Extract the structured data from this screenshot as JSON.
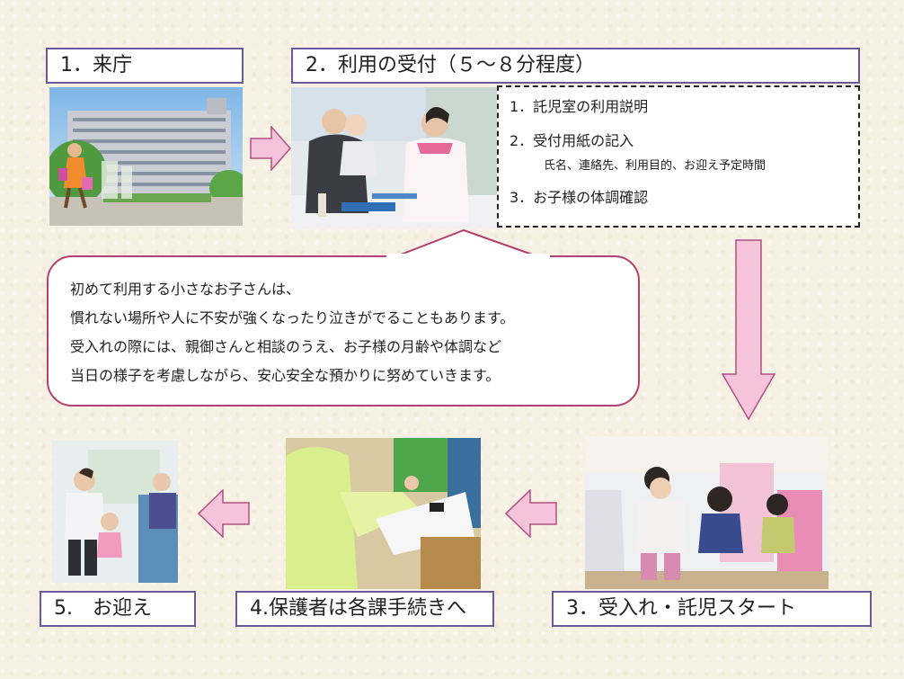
{
  "step1": {
    "label": "1．来庁"
  },
  "step2": {
    "label": "2．利用の受付（５～８分程度）",
    "items": [
      {
        "text": "1．託児室の利用説明"
      },
      {
        "text": "2．受付用紙の記入",
        "sub": "氏名、連絡先、利用目的、お迎え予定時間"
      },
      {
        "text": "3．お子様の体調確認"
      }
    ]
  },
  "note": {
    "lines": [
      "初めて利用する小さなお子さんは、",
      "慣れない場所や人に不安が強くなったり泣きがでることもあります。",
      "受入れの際には、親御さんと相談のうえ、お子様の月齢や体調など",
      "当日の様子を考慮しながら、安心安全な預かりに努めていきます。"
    ]
  },
  "step3": {
    "label": "3．受入れ・託児スタート"
  },
  "step4": {
    "label": "4.保護者は各課手続きへ"
  },
  "step5": {
    "label": "5.　お迎え"
  },
  "colors": {
    "arrow_fill": "#f6c3dc",
    "arrow_stroke": "#b0507e",
    "box_border": "#6a5a9c",
    "bubble_border": "#b5406f"
  },
  "icons": [
    "right-arrow-icon",
    "down-arrow-icon",
    "left-arrow-icon"
  ]
}
